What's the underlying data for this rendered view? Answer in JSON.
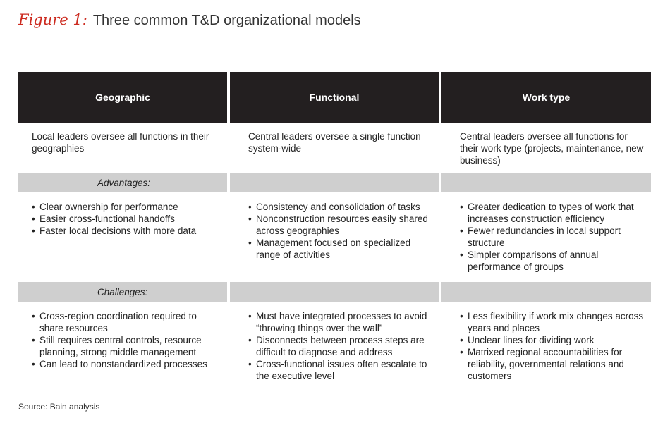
{
  "figure": {
    "label": "Figure 1:",
    "title": "Three common T&D organizational models"
  },
  "table": {
    "headers": [
      "Geographic",
      "Functional",
      "Work type"
    ],
    "descriptions": [
      "Local leaders oversee all functions in their geographies",
      "Central leaders oversee a single function system-wide",
      "Central leaders oversee all functions for their work type (projects, maintenance, new business)"
    ],
    "advantages_label": "Advantages:",
    "advantages": [
      [
        "Clear ownership for performance",
        "Easier cross-functional handoffs",
        "Faster local decisions with more data"
      ],
      [
        "Consistency and consolidation of tasks",
        "Nonconstruction resources easily shared across geographies",
        "Management focused on specialized range of activities"
      ],
      [
        "Greater dedication to types of work that increases construction efficiency",
        "Fewer redundancies in local support structure",
        "Simpler comparisons of annual performance of groups"
      ]
    ],
    "challenges_label": "Challenges:",
    "challenges": [
      [
        "Cross-region coordination required to share resources",
        "Still requires central controls, resource planning, strong middle management",
        "Can lead to nonstandardized processes"
      ],
      [
        "Must have integrated processes to avoid “throwing things over the wall”",
        "Disconnects between process steps are difficult to diagnose and address",
        "Cross-functional issues often escalate to the executive level"
      ],
      [
        "Less flexibility if work mix changes across years and places",
        "Unclear lines for dividing work",
        "Matrixed regional accountabilities for reliability, governmental relations and customers"
      ]
    ]
  },
  "source": "Source: Bain analysis",
  "colors": {
    "accent": "#cc2b20",
    "header_bg": "#231f20",
    "section_bg": "#cfcfcf"
  }
}
